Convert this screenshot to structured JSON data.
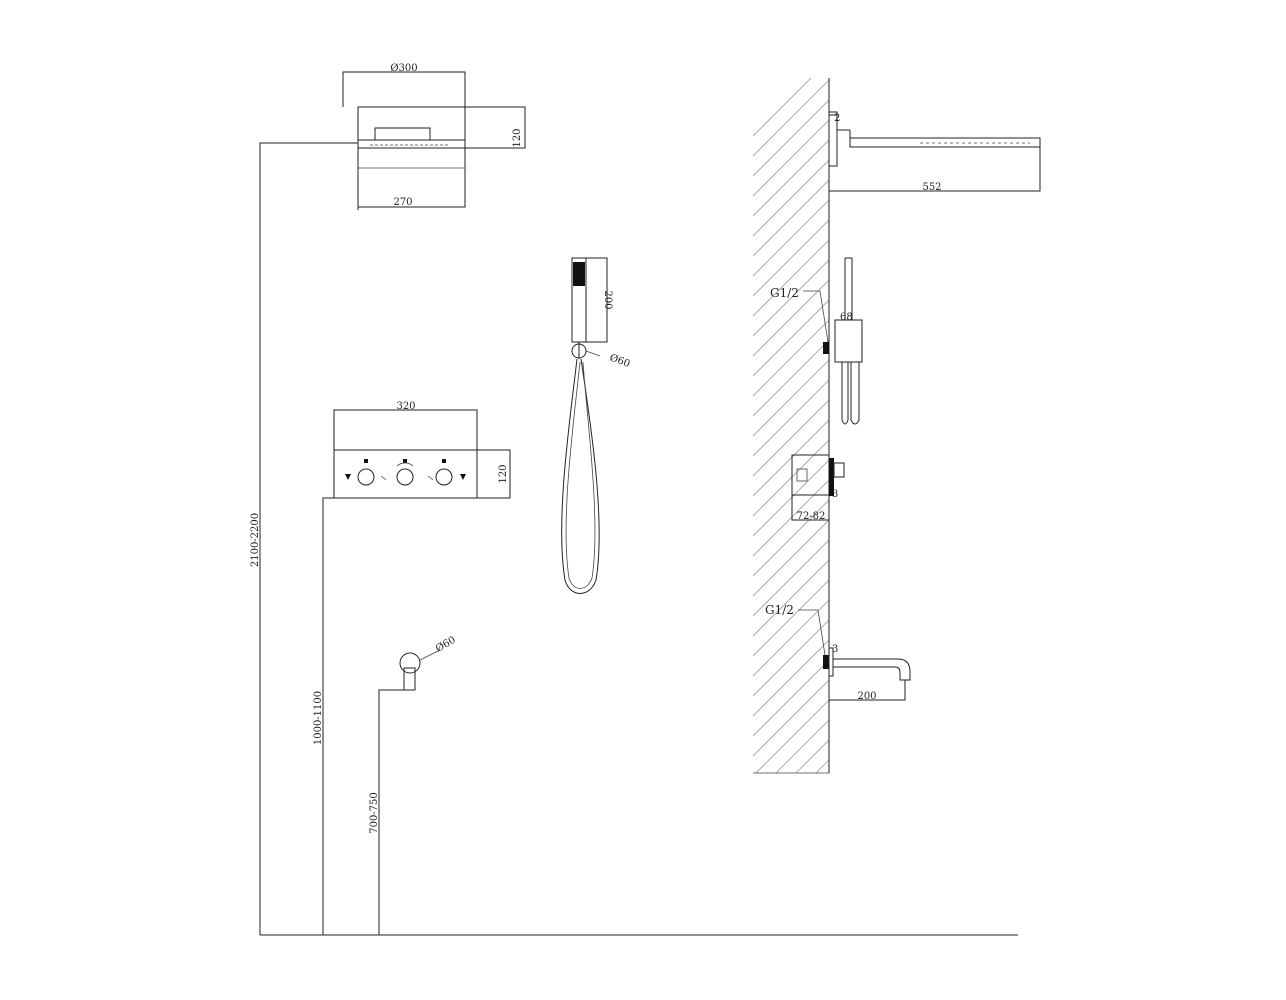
{
  "dimensions": {
    "overhead_diameter": "Ø300",
    "overhead_height": "120",
    "overhead_width": "270",
    "floor_to_overhead": "2100-2200",
    "handshower_length": "200",
    "holder_diameter": "Ø60",
    "thermostat_width": "320",
    "thermostat_height": "120",
    "floor_to_thermostat": "1000-1100",
    "spout_diameter": "Ø60",
    "floor_to_spout": "700-750",
    "wall_gap_top": "2",
    "arm_projection": "552",
    "thread_upper": "G1/2",
    "holder_depth": "68",
    "valve_gap": "3",
    "wall_depth_range": "72-82",
    "thread_lower": "G1/2",
    "spout_gap": "3",
    "spout_projection": "200"
  },
  "colors": {
    "line": "#222222",
    "hatch": "#9a9a9a",
    "background": "#ffffff"
  }
}
